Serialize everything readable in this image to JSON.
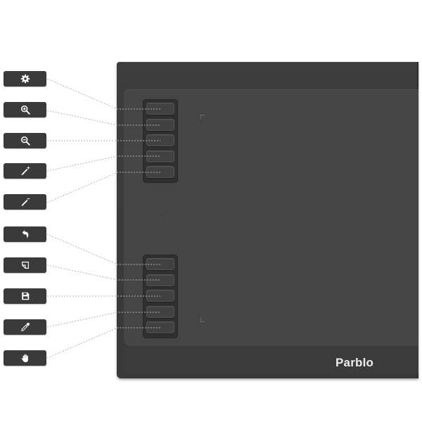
{
  "device": {
    "brand_label": "Parblo",
    "colors": {
      "body": "#3d3d3d",
      "active_area": "#454545",
      "legend_button": "#3a3a3a",
      "icon": "#ffffff",
      "leader_line": "#b5b5b5"
    }
  },
  "legend": {
    "items": [
      {
        "icon": "gear-icon",
        "function": "settings"
      },
      {
        "icon": "zoom-in-icon",
        "function": "zoom in"
      },
      {
        "icon": "zoom-out-icon",
        "function": "zoom out"
      },
      {
        "icon": "brush-plus-icon",
        "function": "increase brush size"
      },
      {
        "icon": "brush-minus-icon",
        "function": "decrease brush size"
      },
      {
        "icon": "undo-icon",
        "function": "undo"
      },
      {
        "icon": "new-document-icon",
        "function": "new document"
      },
      {
        "icon": "save-icon",
        "function": "save"
      },
      {
        "icon": "eyedropper-icon",
        "function": "eyedropper"
      },
      {
        "icon": "hand-icon",
        "function": "pan / hand tool"
      }
    ]
  },
  "express_keys": {
    "upper_group_count": 5,
    "lower_group_count": 5
  }
}
